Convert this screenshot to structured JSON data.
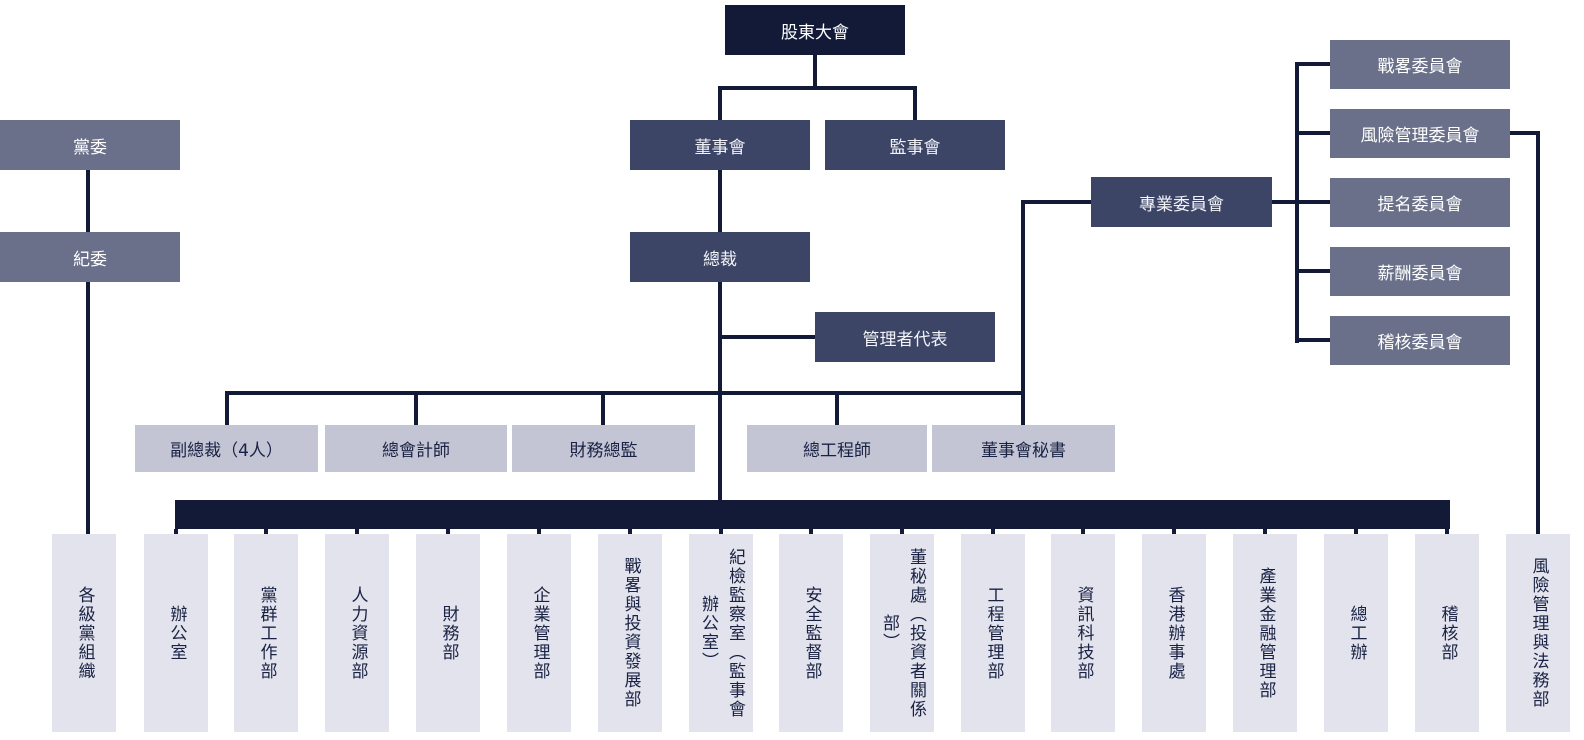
{
  "org_chart": {
    "shareholders": "股東大會",
    "board": "董事會",
    "supervisory": "監事會",
    "party_committee": "黨委",
    "discipline_committee": "紀委",
    "president": "總裁",
    "management_rep": "管理者代表",
    "special_committees": "專業委員會",
    "committees": [
      "戰畧委員會",
      "風險管理委員會",
      "提名委員會",
      "薪酬委員會",
      "稽核委員會"
    ],
    "executives": [
      "副總裁（4人）",
      "總會計師",
      "財務總監",
      "總工程師",
      "董事會秘書"
    ],
    "departments": [
      "各級黨組織",
      "辦公室",
      "黨群工作部",
      "人力資源部",
      "財務部",
      "企業管理部",
      "戰畧與投資發展部",
      "紀檢監察室（監事會辦公室）",
      "安全監督部",
      "董秘處（投資者關係部）",
      "工程管理部",
      "資訊科技部",
      "香港辦事處",
      "產業金融管理部",
      "總工辦",
      "稽核部",
      "風險管理與法務部"
    ],
    "colors": {
      "primary_dark": "#121A38",
      "mid_blue": "#3D4566",
      "slate_gray": "#6A7089",
      "light_lavender": "#C3C5D5",
      "pale_lavender": "#E2E3EC"
    }
  }
}
